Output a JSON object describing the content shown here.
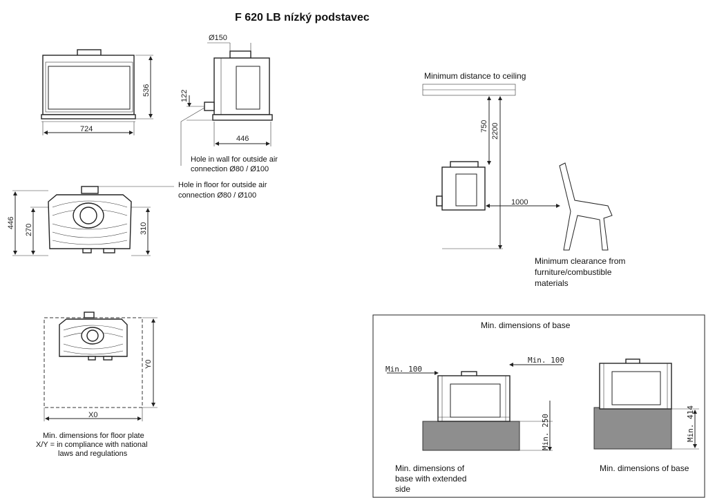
{
  "title": "F 620 LB nízký podstavec",
  "front_view": {
    "width": "724",
    "height": "536"
  },
  "side_view": {
    "flue_diameter": "Ø150",
    "flue_height": "122",
    "depth": "446",
    "hole_wall_note": [
      "Hole in wall for outside air",
      "connection Ø80 / Ø100"
    ],
    "hole_floor_note": [
      "Hole in floor for outside air",
      "connection Ø80 / Ø100"
    ]
  },
  "top_view": {
    "depth": "446",
    "dim_270": "270",
    "dim_310": "310"
  },
  "ceiling": {
    "label": "Minimum distance to ceiling",
    "dim_750": "750",
    "dim_2200": "2200",
    "dim_1000": "1000",
    "clearance_note": [
      "Minimum clearance from",
      "furniture/combustible",
      "materials"
    ]
  },
  "floor_plate": {
    "x_label": "X0",
    "y_label": "Y0",
    "caption": [
      "Min. dimensions for floor plate",
      "X/Y = in compliance with national",
      "laws and regulations"
    ]
  },
  "base_panel": {
    "title": "Min. dimensions of base",
    "min_100_left": "Min. 100",
    "min_100_right": "Min. 100",
    "min_250": "Min. 250",
    "min_414": "Min. 414",
    "caption_left": [
      "Min. dimensions of",
      "base with extended",
      "side"
    ],
    "caption_right": "Min. dimensions of base"
  }
}
